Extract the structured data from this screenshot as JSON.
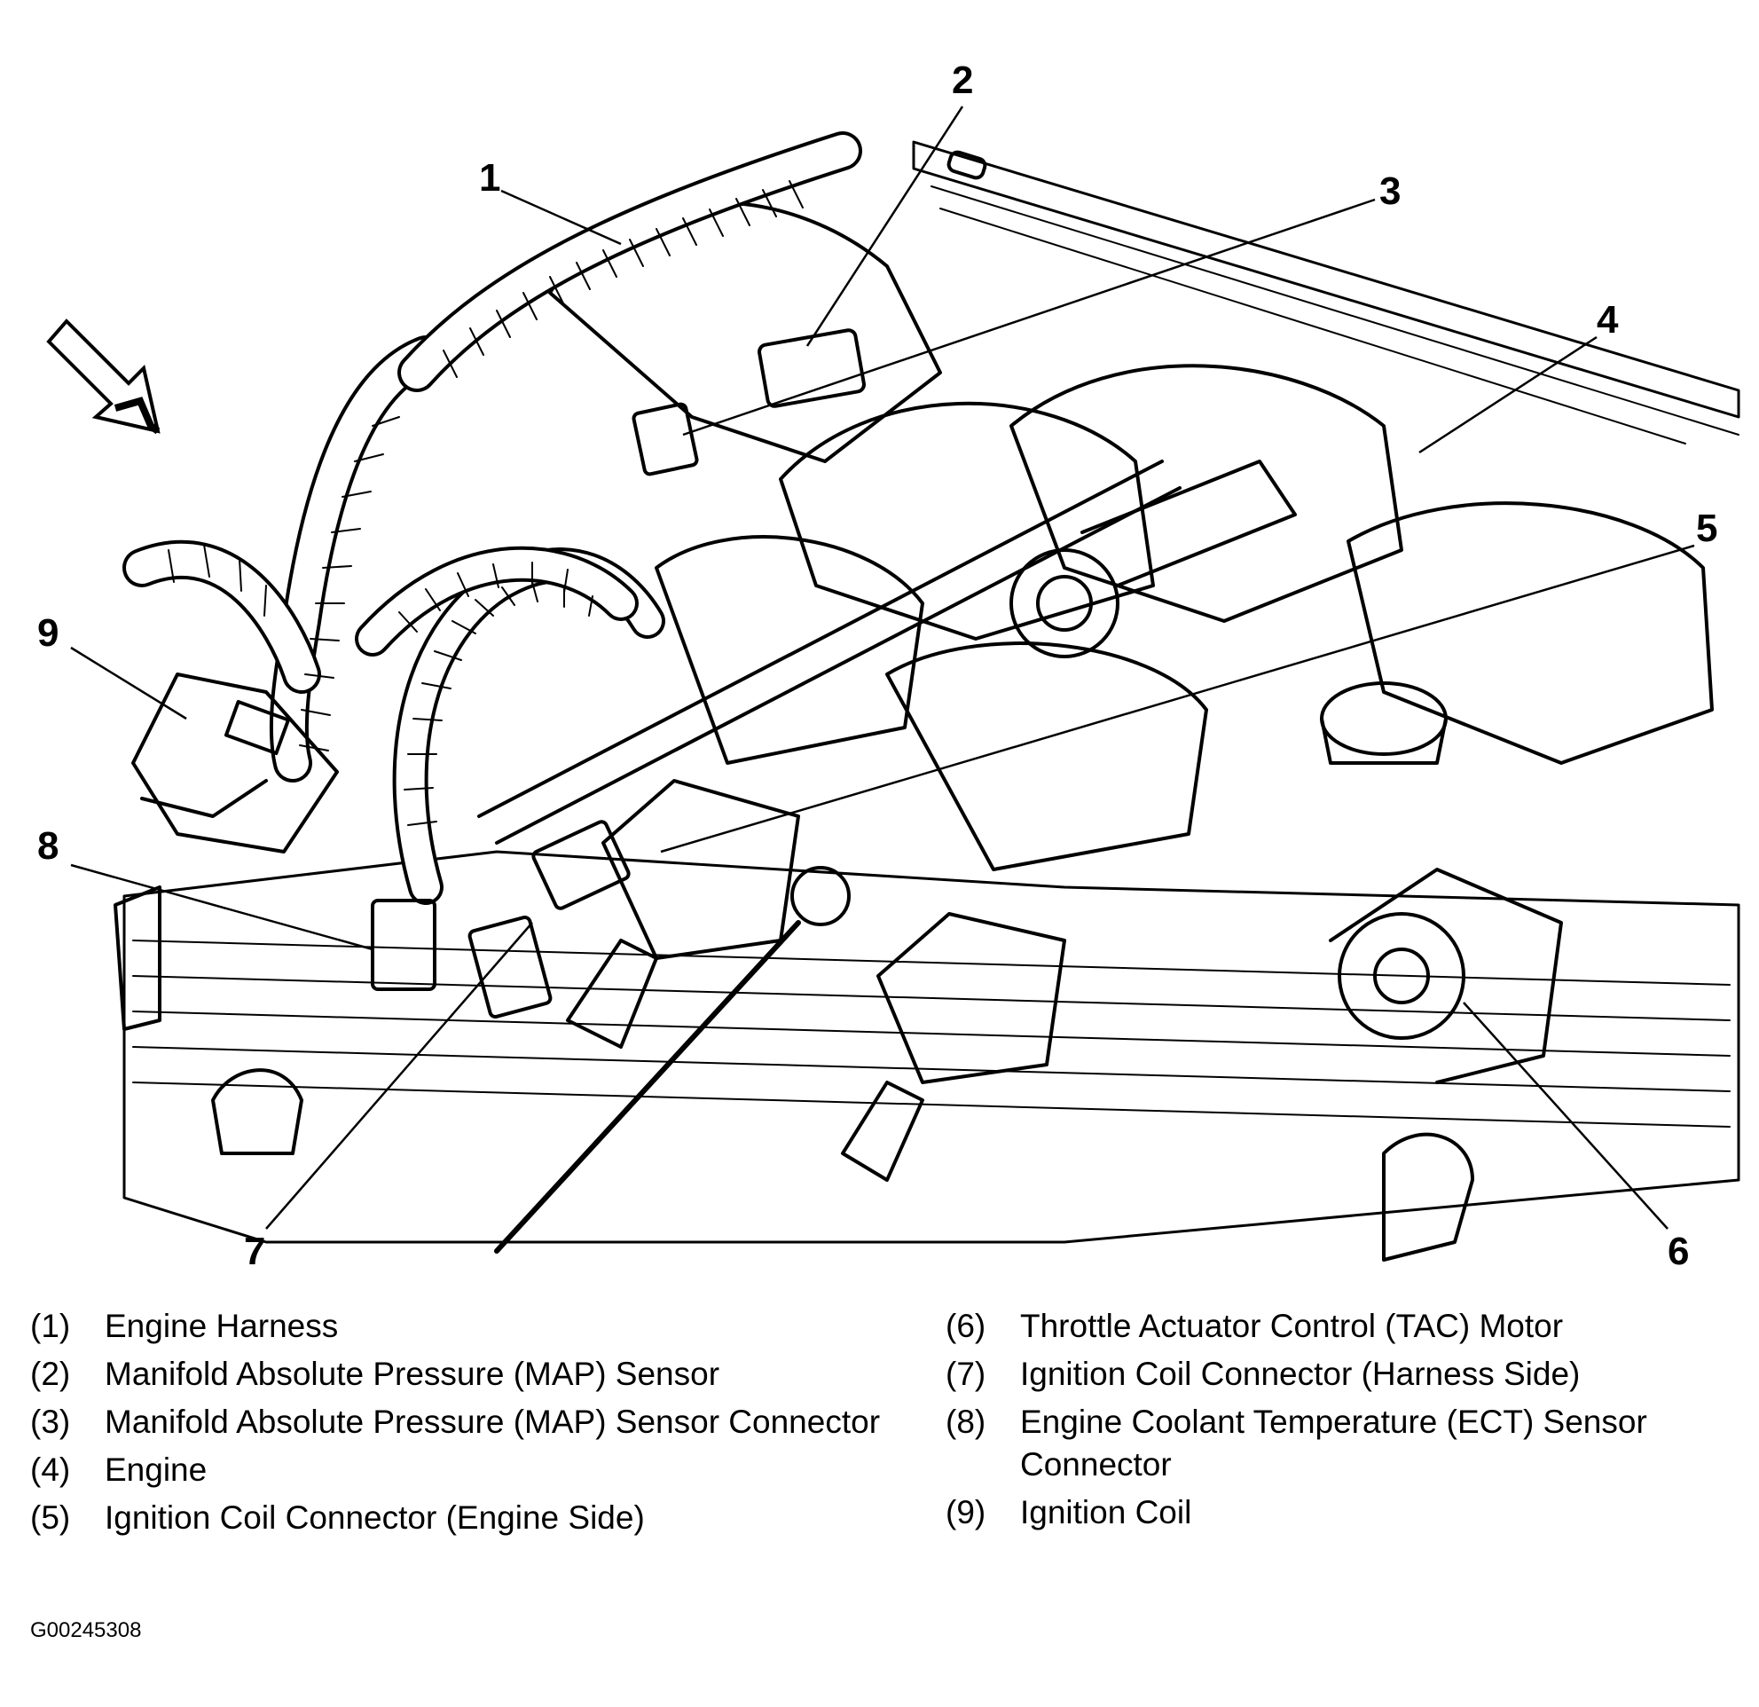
{
  "callouts": [
    "1",
    "2",
    "3",
    "4",
    "5",
    "6",
    "7",
    "8",
    "9"
  ],
  "legend_left": [
    {
      "num": "(1)",
      "text": "Engine Harness"
    },
    {
      "num": "(2)",
      "text": "Manifold Absolute Pressure (MAP) Sensor"
    },
    {
      "num": "(3)",
      "text": "Manifold Absolute Pressure (MAP) Sensor Connector"
    },
    {
      "num": "(4)",
      "text": "Engine"
    },
    {
      "num": "(5)",
      "text": "Ignition Coil Connector (Engine Side)"
    }
  ],
  "legend_right": [
    {
      "num": "(6)",
      "text": "Throttle Actuator Control (TAC) Motor"
    },
    {
      "num": "(7)",
      "text": "Ignition Coil Connector (Harness Side)"
    },
    {
      "num": "(8)",
      "text": "Engine Coolant Temperature (ECT) Sensor Connector"
    },
    {
      "num": "(9)",
      "text": "Ignition Coil"
    }
  ],
  "figure_id": "G00245308",
  "front_arrow_icon": "direction-arrow-icon"
}
